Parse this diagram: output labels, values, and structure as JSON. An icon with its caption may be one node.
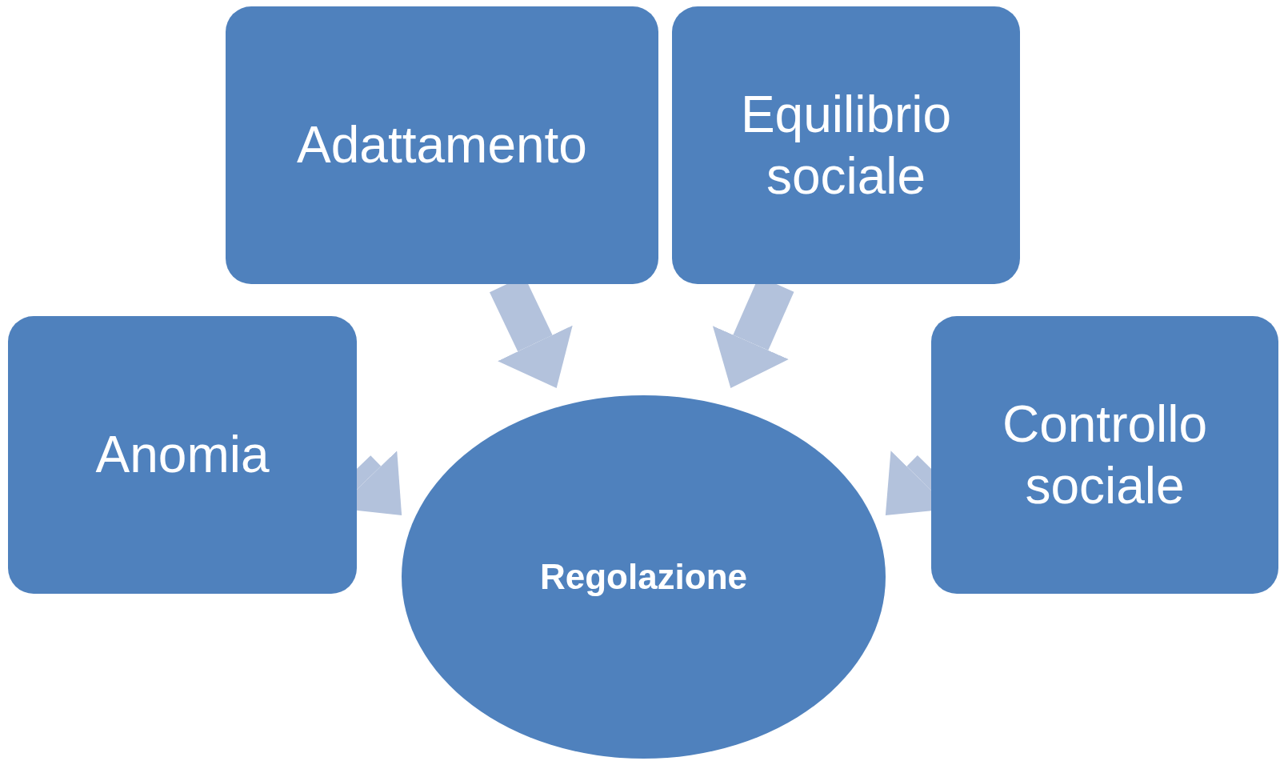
{
  "diagram": {
    "nodes": [
      {
        "text": [
          "Adattamento"
        ]
      },
      {
        "text": [
          "Equilibrio sociale"
        ]
      },
      {
        "text": [
          "Anomia"
        ]
      },
      {
        "text": [
          "Controllo sociale"
        ]
      },
      {
        "text": [
          "Regolazione"
        ]
      }
    ],
    "edges": [
      {
        "from": 0,
        "to": 4,
        "arrow": "to"
      },
      {
        "from": 1,
        "to": 4,
        "arrow": "to"
      },
      {
        "from": 2,
        "to": 4,
        "arrow": "to"
      },
      {
        "from": 3,
        "to": 4,
        "arrow": "to"
      }
    ]
  }
}
